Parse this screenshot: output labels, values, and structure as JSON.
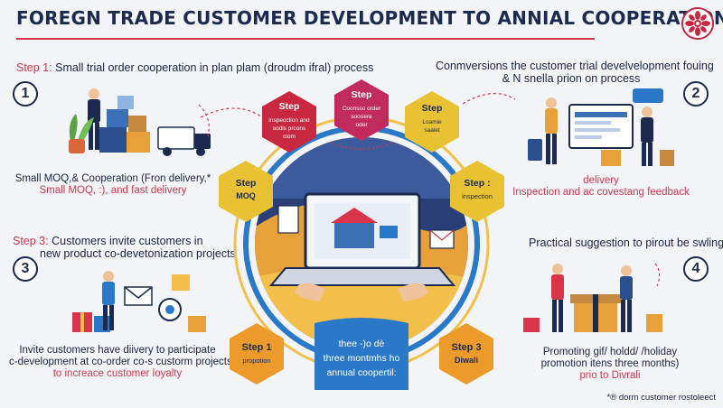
{
  "title": "FOREGN TRADE CUSTOMER DEVELOPMENT TO ANNIAL COOPERATION",
  "step1": {
    "number": "1",
    "prefix": "Step 1:",
    "heading": "Small trial order cooperation in plan plam (droudm ifral) process",
    "caption_line1": "Small MOQ,& Cooperation  (Fron delivery,*",
    "caption_line2": "Small MOQ, :), and fast delivery"
  },
  "step2": {
    "number": "2",
    "heading_line1": "Conmversions the  customer trial develvelopment fouing",
    "heading_line2": "& N snella prion on process",
    "caption_line1": "delivery",
    "caption_line2": "Inspection and ac covestang feedback"
  },
  "step3": {
    "number": "3",
    "prefix": "Step 3:",
    "heading_line1": "Customers invite customers  in",
    "heading_line2": "new product co-devetonization projects",
    "caption_line1": "Invite customers have diivery to participate",
    "caption_line2": "c-development at co-order co-s custorm projects",
    "caption_line3": "to increace customer loyalty"
  },
  "step4": {
    "number": "4",
    "heading": "Practical suggestion to pirout be swling",
    "caption_line1": "Promoting gif/ holdd/ /holiday",
    "caption_line2": "promotion  itens  three months)",
    "caption_line3": "prio to Divrali"
  },
  "hexagons": {
    "top_left": {
      "title": "Step",
      "body": [
        "inspecction and",
        "sodis prcons",
        "ciom"
      ]
    },
    "top_center": {
      "title": "Step",
      "body": [
        "Coonsso order",
        "soooere",
        "oder"
      ]
    },
    "top_right": {
      "title": "Step",
      "body": [
        "Loamie",
        "saalet"
      ]
    },
    "mid_left": {
      "title": "Step",
      "body": [
        "MOQ"
      ]
    },
    "mid_right": {
      "title": "Step :",
      "body": [
        "inspection"
      ]
    },
    "bottom_left": {
      "title": "Step 1",
      "body": [
        "propotion"
      ]
    },
    "bottom_right": {
      "title": "Step 3",
      "body": [
        "Diwali"
      ]
    }
  },
  "center_banner": [
    "thee -)o dè",
    "three montmhs ho",
    "annual coopertil:"
  ],
  "footer": "*® dorm customer rostoleect",
  "colors": {
    "navy": "#1b2a4e",
    "red": "#d8344a",
    "crimson": "#c8283f",
    "magenta": "#c02a5c",
    "yellow": "#e8c233",
    "orange": "#ec9b2a",
    "blue": "#2a78c8",
    "ring": "#f2c04a"
  }
}
